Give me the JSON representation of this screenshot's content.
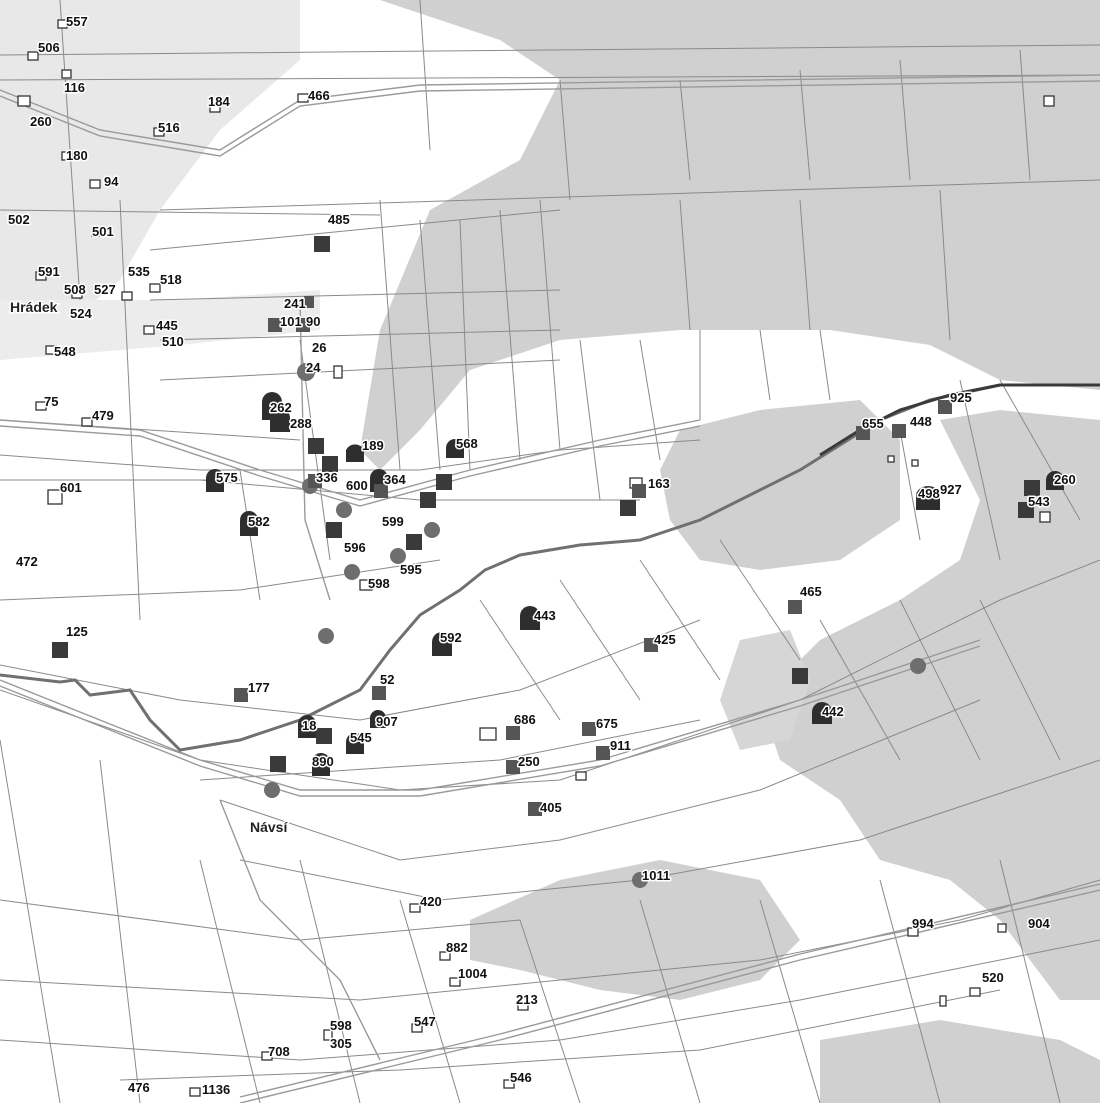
{
  "map": {
    "colors": {
      "background": "#ffffff",
      "built_area": "#e6e6e6",
      "zone": "#cfcfcf",
      "parcel_line": "#8a8a8a",
      "road_line": "#9a9a9a",
      "boundary": "#7a7a7a",
      "marker_dark": "#3a3a3a",
      "marker_mid": "#6e6e6e"
    },
    "place_names": [
      "Hrádek",
      "Návsí"
    ],
    "parcel_numbers": [
      "557",
      "506",
      "116",
      "260",
      "184",
      "466",
      "516",
      "180",
      "94",
      "502",
      "501",
      "591",
      "508",
      "527",
      "535",
      "518",
      "524",
      "445",
      "510",
      "548",
      "75",
      "479",
      "601",
      "472",
      "125",
      "485",
      "241",
      "101",
      "90",
      "26",
      "24",
      "262",
      "288",
      "189",
      "568",
      "575",
      "336",
      "600",
      "364",
      "582",
      "599",
      "596",
      "595",
      "598",
      "163",
      "655",
      "448",
      "925",
      "498",
      "927",
      "260",
      "543",
      "465",
      "443",
      "592",
      "425",
      "177",
      "52",
      "442",
      "18",
      "907",
      "686",
      "675",
      "545",
      "911",
      "890",
      "250",
      "405",
      "1011",
      "420",
      "994",
      "904",
      "882",
      "1004",
      "520",
      "598",
      "305",
      "547",
      "213",
      "708",
      "476",
      "1136",
      "546"
    ]
  }
}
